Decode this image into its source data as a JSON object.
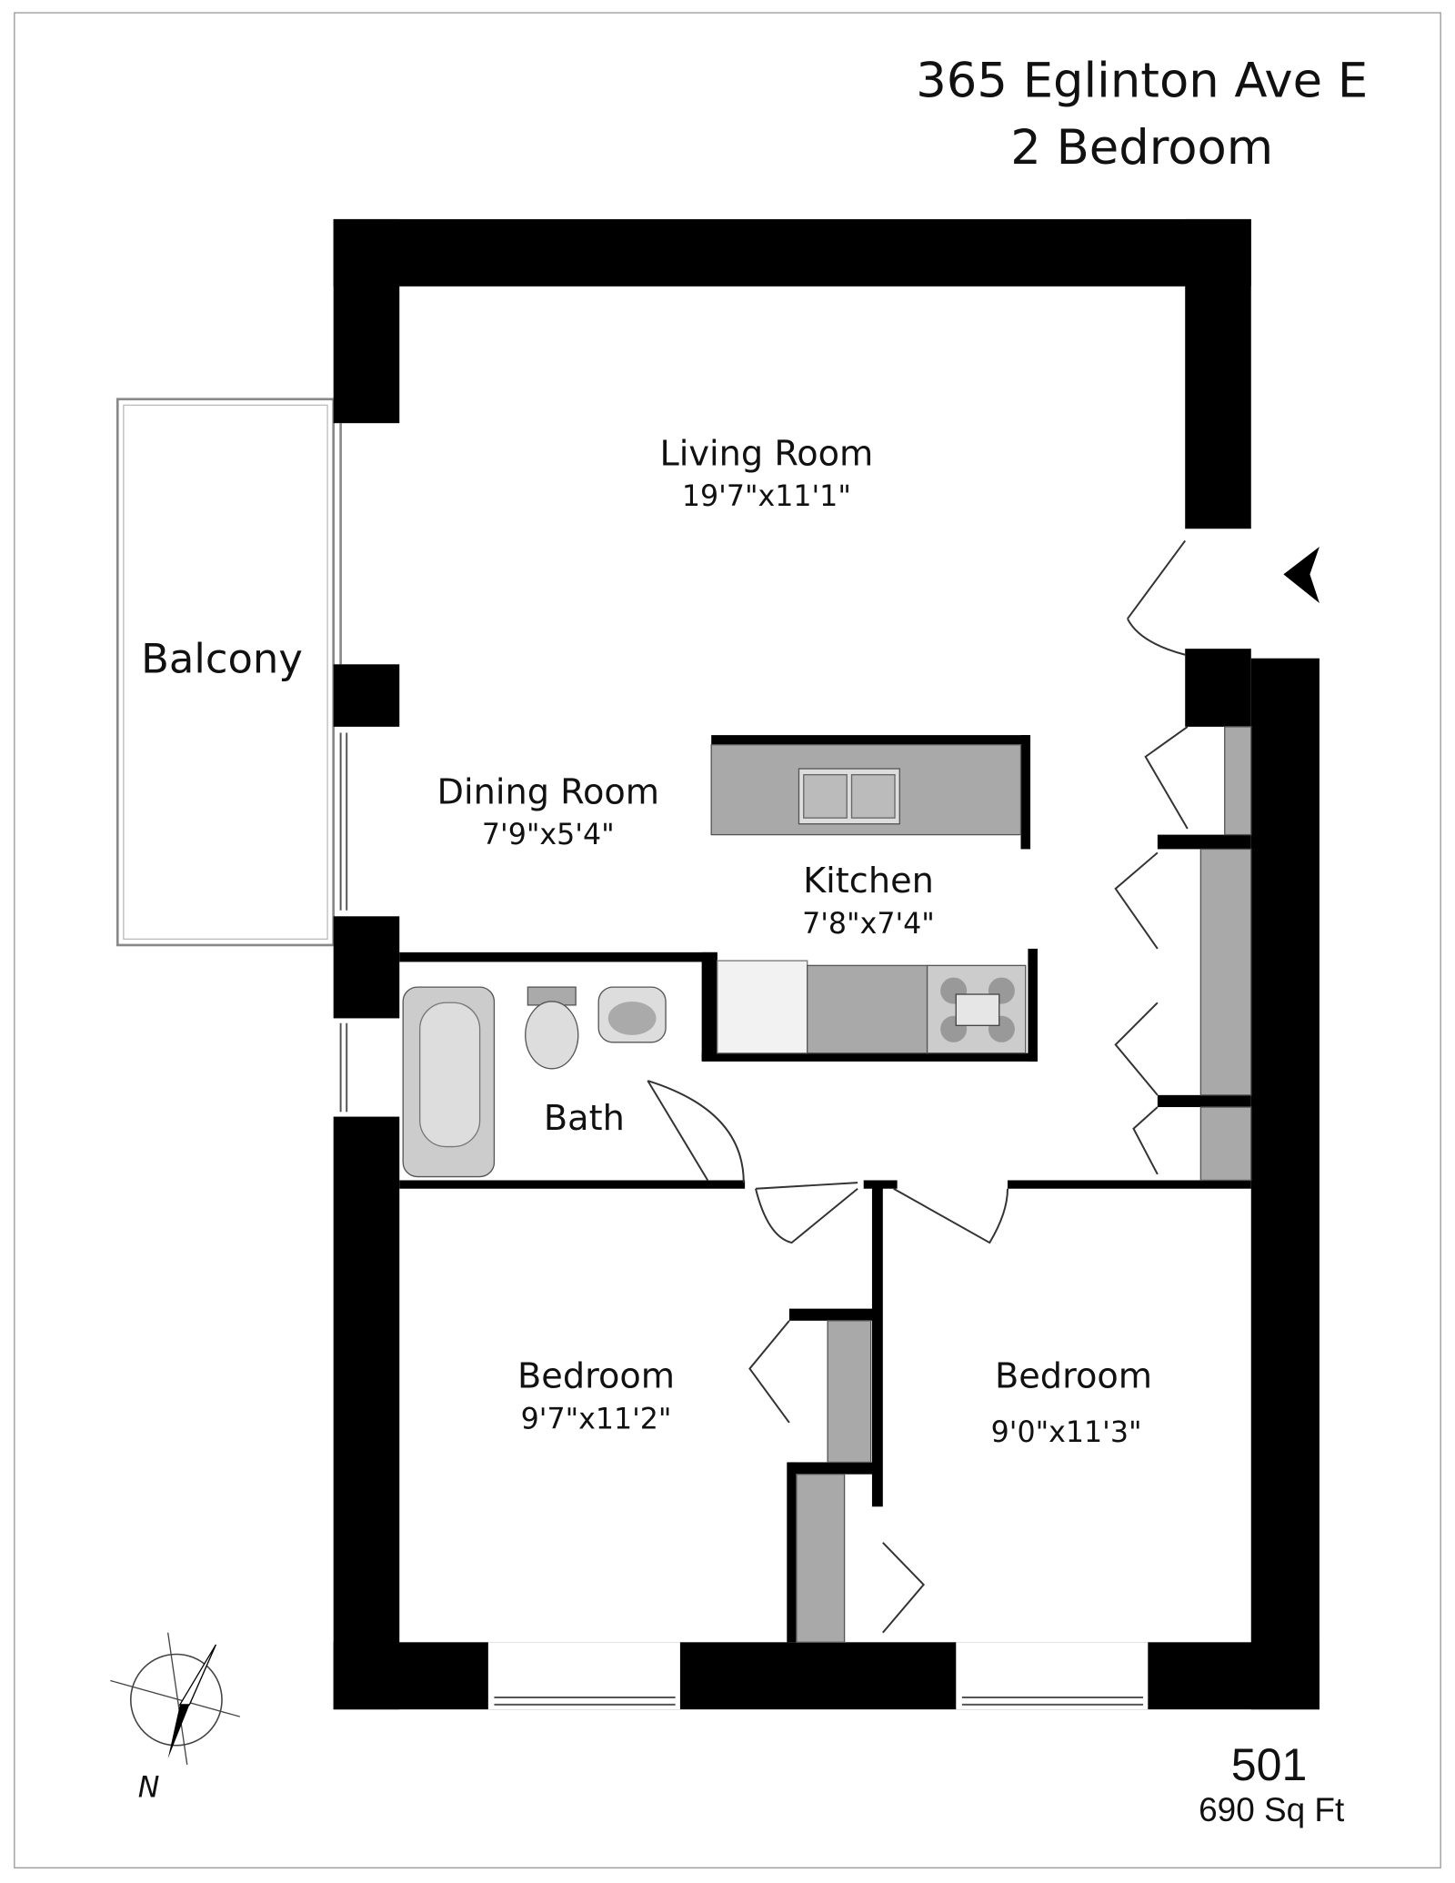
{
  "header": {
    "address": "365 Eglinton Ave E",
    "unit_type": "2 Bedroom"
  },
  "rooms": [
    {
      "name": "Living Room",
      "dims": "19'7\"x11'1\""
    },
    {
      "name": "Dining Room",
      "dims": "7'9\"x5'4\""
    },
    {
      "name": "Kitchen",
      "dims": "7'8\"x7'4\""
    },
    {
      "name": "Bath"
    },
    {
      "name": "Bedroom",
      "dims": "9'7\"x11'2\""
    },
    {
      "name": "Bedroom",
      "dims": "9'0\"x11'3\""
    },
    {
      "name": "Balcony"
    }
  ],
  "footer": {
    "unit_number": "501",
    "area": "690 Sq Ft"
  },
  "compass": {
    "north_label": "N"
  },
  "colors": {
    "wall": "#000000",
    "fixture": "#a9a9a9",
    "border": "#999999"
  }
}
